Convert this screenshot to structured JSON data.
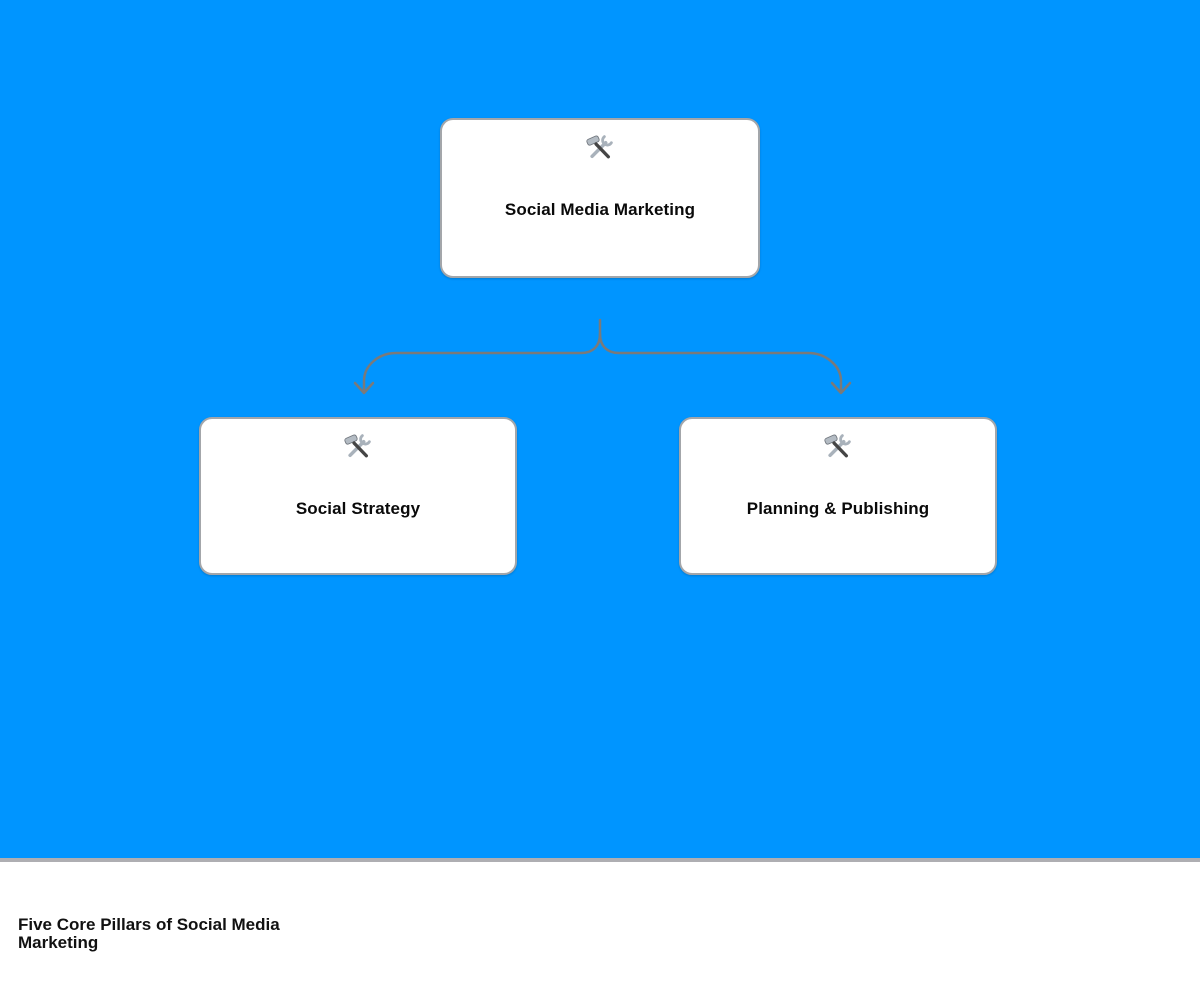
{
  "colors": {
    "canvas_background": "#0095ff",
    "connector": "#7a7a7a",
    "node_border": "#a3a6aa",
    "node_background": "#ffffff",
    "divider": "#aeaeb2",
    "text": "#0a0a0a"
  },
  "diagram": {
    "root": {
      "label": "Social Media Marketing",
      "icon": "hammer-and-wrench"
    },
    "children": [
      {
        "label": "Social Strategy",
        "icon": "hammer-and-wrench"
      },
      {
        "label": "Planning & Publishing",
        "icon": "hammer-and-wrench"
      }
    ]
  },
  "footer": {
    "title": "Five Core Pillars of Social Media Marketing"
  }
}
